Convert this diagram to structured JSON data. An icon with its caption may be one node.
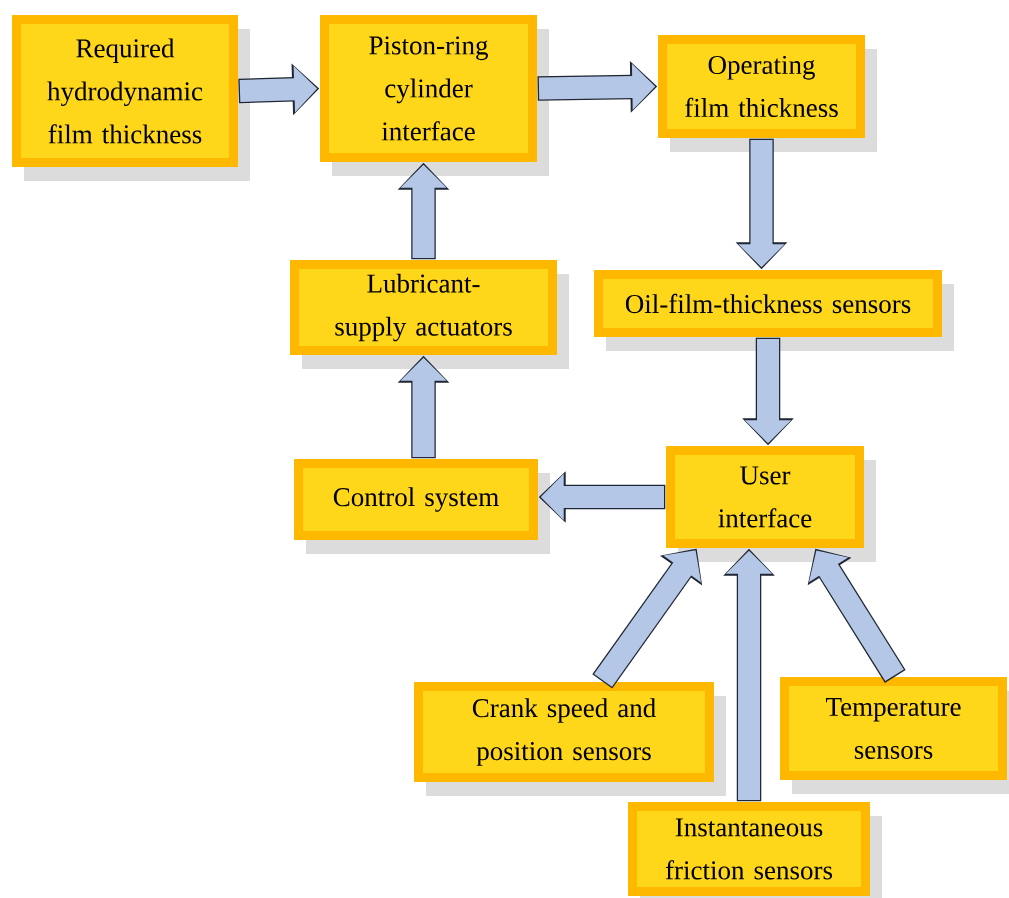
{
  "diagram": {
    "nodes": [
      {
        "text": [
          "Required hydrodynamic film thickness"
        ]
      },
      {
        "text": [
          "Piston-ring cylinder interface"
        ]
      },
      {
        "text": [
          "Operating film thickness"
        ]
      },
      {
        "text": [
          "Oil-film-thickness sensors"
        ]
      },
      {
        "text": [
          "Lubricant-supply actuators"
        ]
      },
      {
        "text": [
          "User interface"
        ]
      },
      {
        "text": [
          "Control system"
        ]
      },
      {
        "text": [
          "Crank speed and position sensors"
        ]
      },
      {
        "text": [
          "Temperature sensors"
        ]
      },
      {
        "text": [
          "Instantaneous friction sensors"
        ]
      }
    ],
    "edges": [
      {
        "from": 0,
        "to": 1,
        "arrow": "to"
      },
      {
        "from": 1,
        "to": 2,
        "arrow": "to"
      },
      {
        "from": 2,
        "to": 3,
        "arrow": "to"
      },
      {
        "from": 3,
        "to": 5,
        "arrow": "to"
      },
      {
        "from": 5,
        "to": 6,
        "arrow": "to"
      },
      {
        "from": 6,
        "to": 4,
        "arrow": "to"
      },
      {
        "from": 4,
        "to": 1,
        "arrow": "to"
      },
      {
        "from": 7,
        "to": 5,
        "arrow": "to"
      },
      {
        "from": 9,
        "to": 5,
        "arrow": "to"
      },
      {
        "from": 8,
        "to": 5,
        "arrow": "to"
      }
    ]
  }
}
